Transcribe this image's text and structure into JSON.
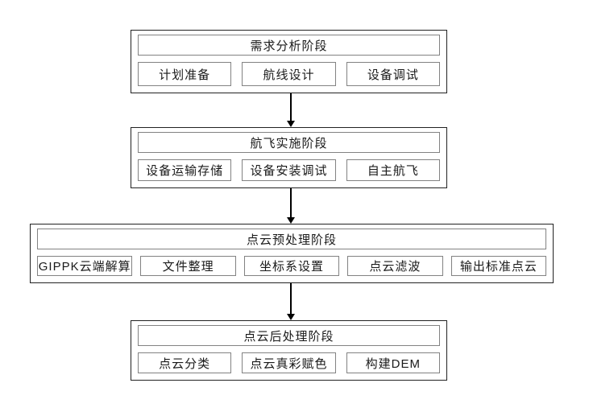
{
  "diagram": {
    "type": "flowchart",
    "direction": "top-to-bottom",
    "colors": {
      "background": "#ffffff",
      "outer_box_border": "#222222",
      "inner_box_border": "#828282",
      "text": "#1a1a1a",
      "arrow": "#000000"
    },
    "stages": [
      {
        "title": "需求分析阶段",
        "items": [
          "计划准备",
          "航线设计",
          "设备调试"
        ]
      },
      {
        "title": "航飞实施阶段",
        "items": [
          "设备运输存储",
          "设备安装调试",
          "自主航飞"
        ]
      },
      {
        "title": "点云预处理阶段",
        "items": [
          "GIPPK云端解算",
          "文件整理",
          "坐标系设置",
          "点云滤波",
          "输出标准点云"
        ]
      },
      {
        "title": "点云后处理阶段",
        "items": [
          "点云分类",
          "点云真彩赋色",
          "构建DEM"
        ]
      }
    ],
    "connections": [
      {
        "from": "需求分析阶段",
        "to": "航飞实施阶段"
      },
      {
        "from": "航飞实施阶段",
        "to": "点云预处理阶段"
      },
      {
        "from": "点云预处理阶段",
        "to": "点云后处理阶段"
      }
    ]
  }
}
